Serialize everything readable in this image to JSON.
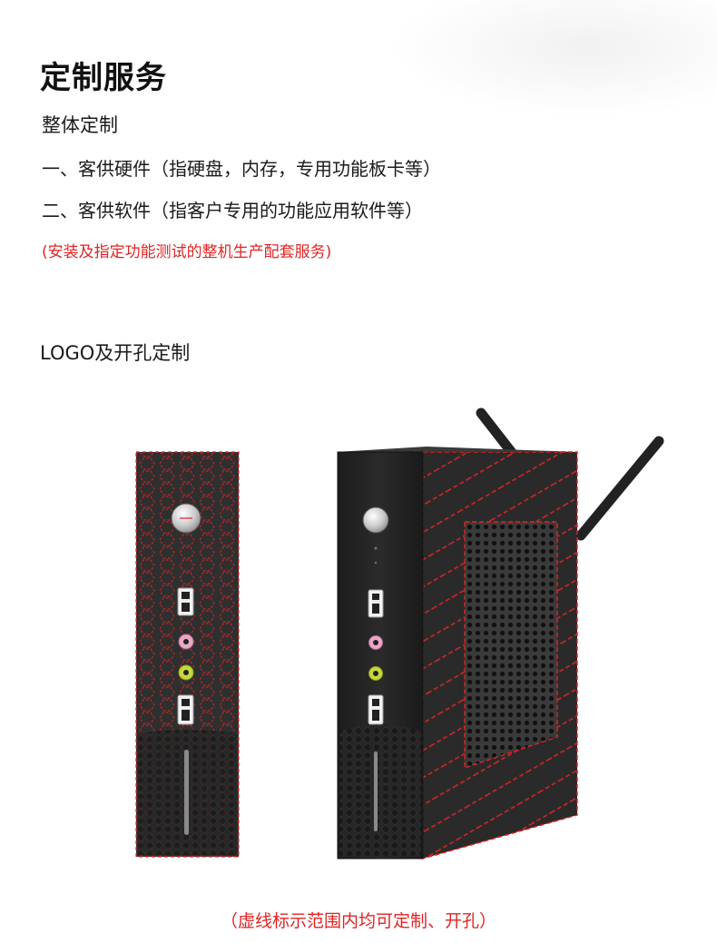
{
  "header": {
    "title": "定制服务",
    "subtitle": "整体定制",
    "items": [
      "一、客供硬件（指硬盘，内存，专用功能板卡等）",
      "二、客供软件（指客户专用的功能应用软件等）"
    ],
    "note": "(安装及指定功能测试的整机生产配套服务)"
  },
  "section": {
    "title": "LOGO及开孔定制"
  },
  "footer": {
    "note": "（虚线标示范围内均可定制、开孔）"
  },
  "colors": {
    "accent_red": "#e02424",
    "case_dark": "#2e2e2e",
    "case_black": "#1f1f1f",
    "pink_jack": "#e9a8c8",
    "green_jack": "#c7d93a"
  },
  "icons": [
    "power-button-icon",
    "usb-port-icon",
    "audio-jack-pink-icon",
    "audio-jack-green-icon",
    "antenna-icon"
  ]
}
